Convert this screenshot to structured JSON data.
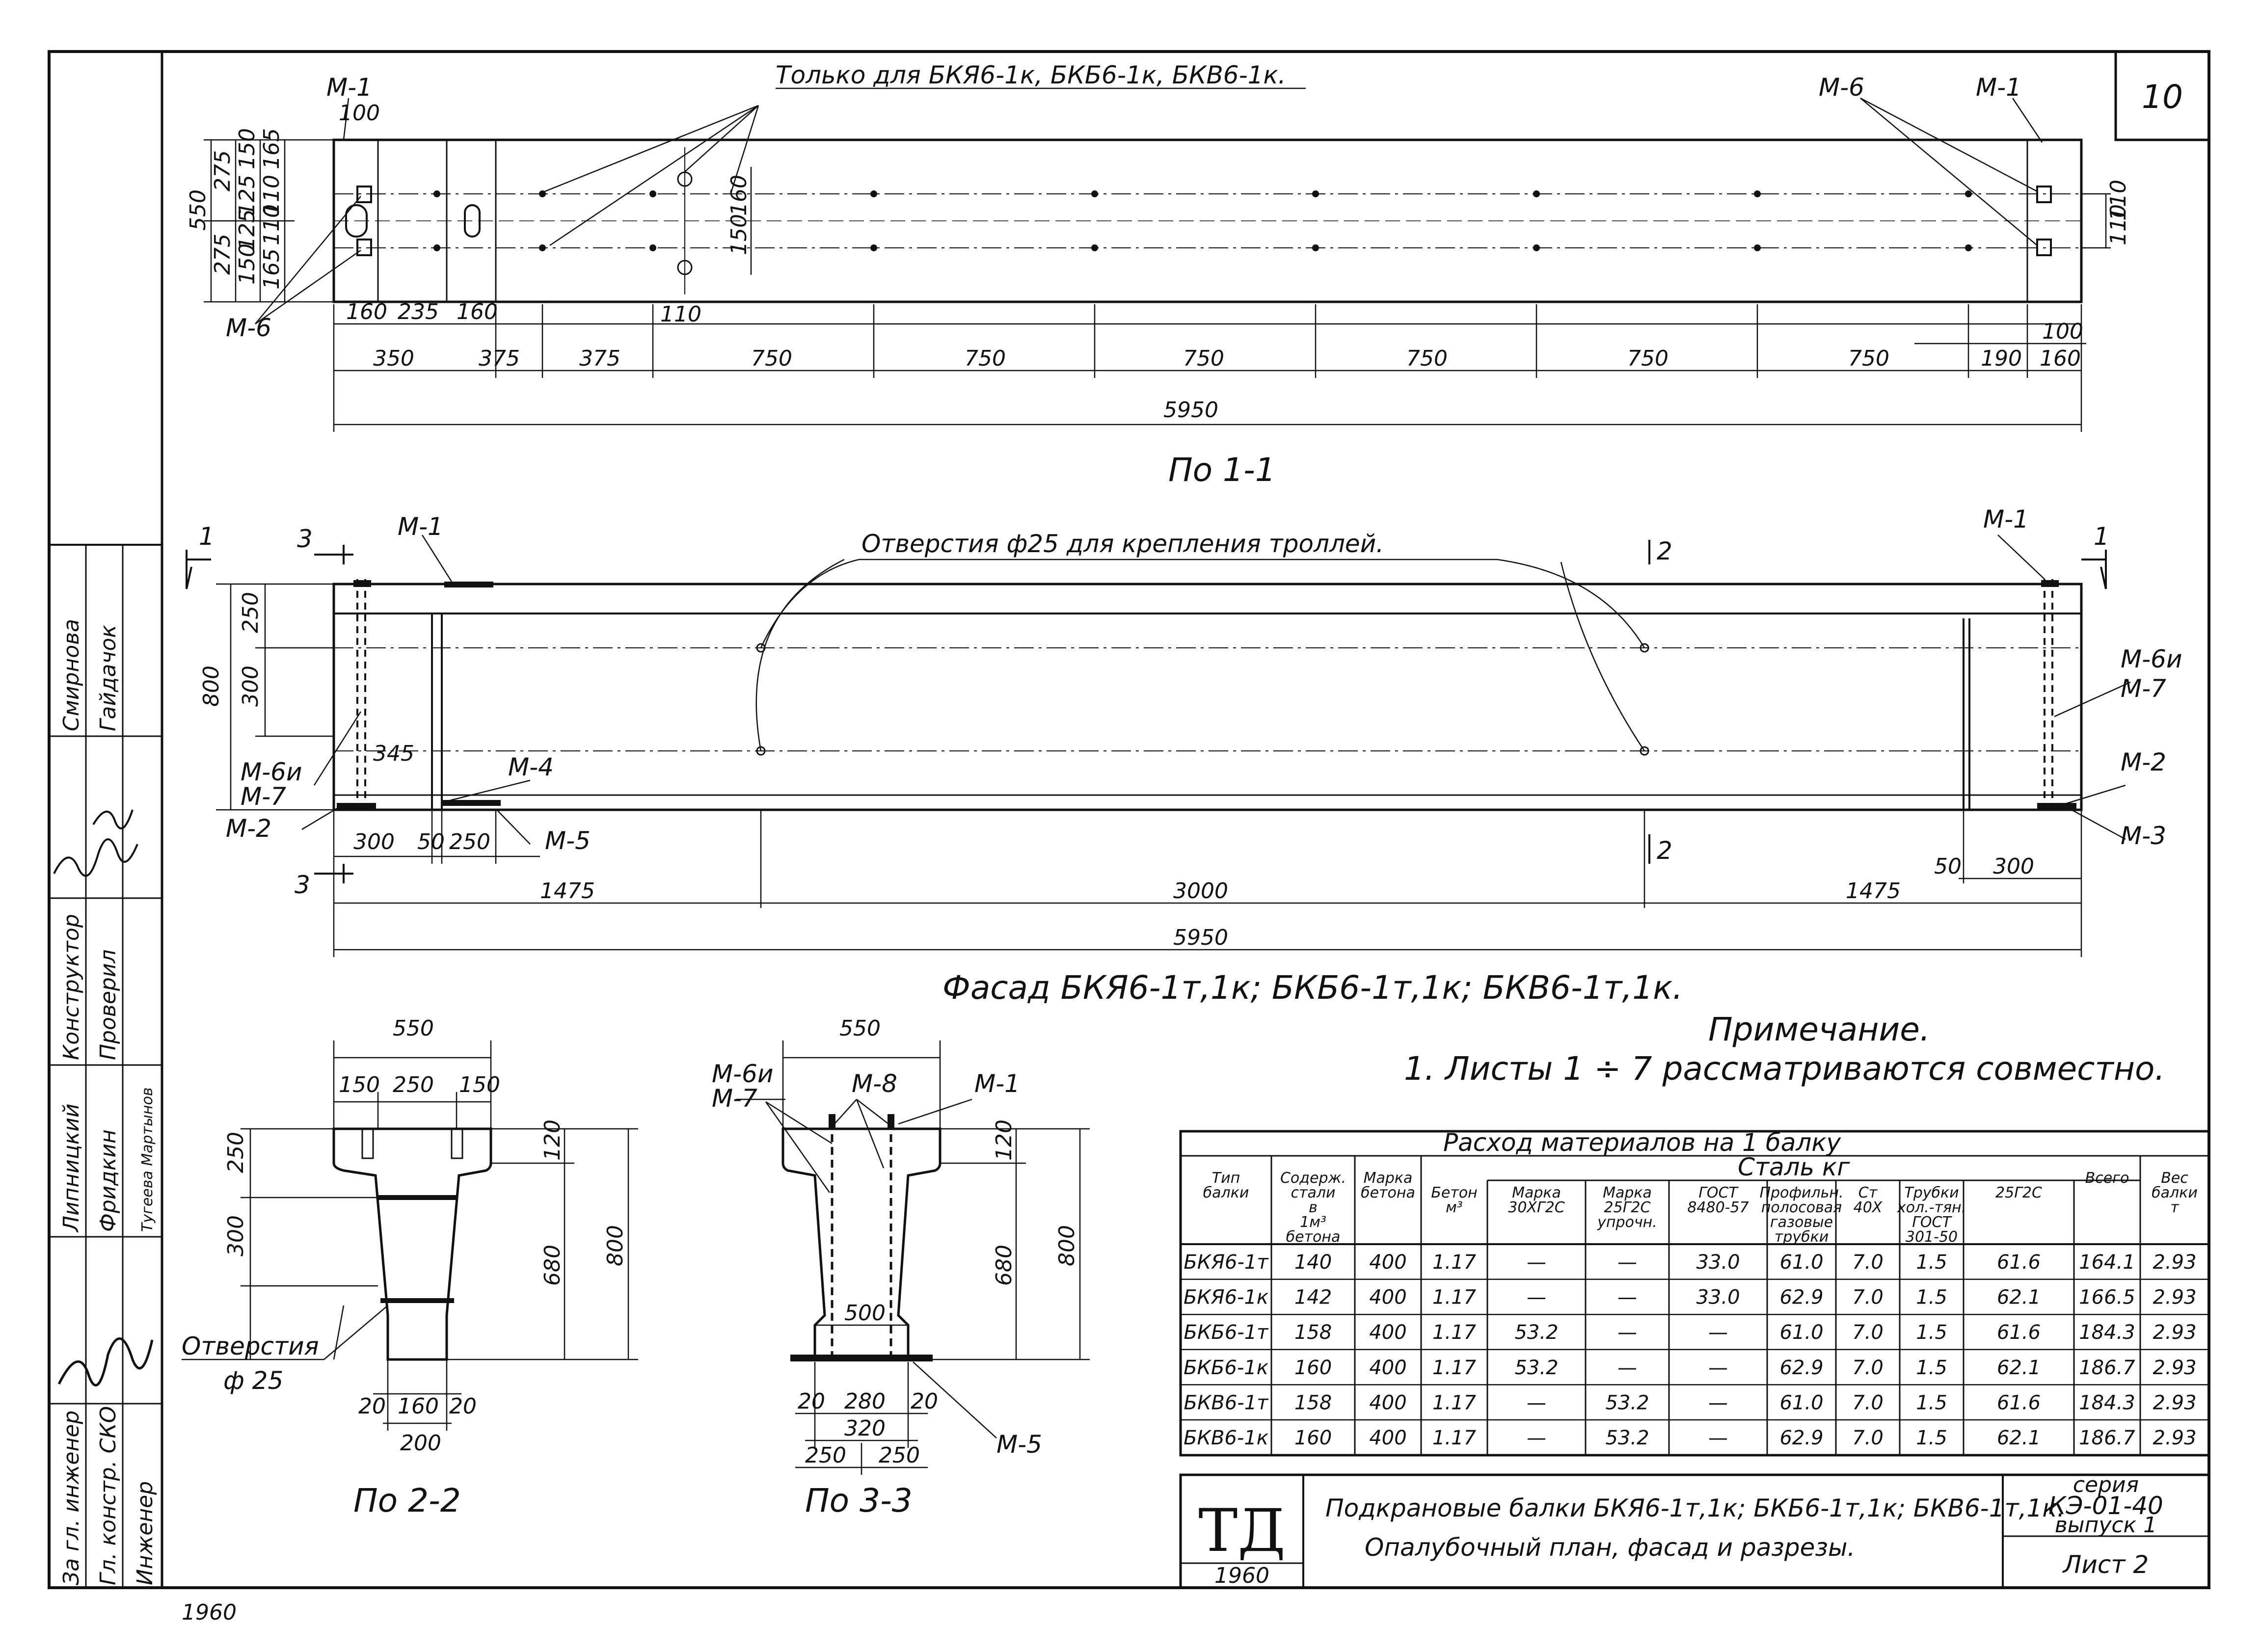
{
  "sheet_number": "10",
  "labels": {
    "only_for": "Только для БКЯ6-1к, БКБ6-1к, БКВ6-1к.",
    "m1": "М-1",
    "m6": "М-6",
    "m6u": "М-6и",
    "m7": "М-7",
    "m2": "М-2",
    "m3": "М-3",
    "m4": "М-4",
    "m5": "М-5",
    "m8": "М-8",
    "holes_trolley": "Отверстия ф25 для крепления троллей.",
    "holes": "Отверстия",
    "phi25": "ф 25",
    "sec_1": "1",
    "sec_2": "2",
    "sec_3": "3"
  },
  "view_titles": {
    "plan": "По 1-1",
    "facade": "Фасад БКЯ6-1т,1к; БКБ6-1т,1к; БКВ6-1т,1к.",
    "sec22": "По 2-2",
    "sec33": "По 3-3"
  },
  "plan_dims": {
    "d100": "100",
    "d160a": "160",
    "d235": "235",
    "d160b": "160",
    "d110": "110",
    "d350": "350",
    "d375a": "375",
    "d375b": "375",
    "d750a": "750",
    "d750b": "750",
    "d750c": "750",
    "d750d": "750",
    "d750e": "750",
    "d750f": "750",
    "d190": "190",
    "d160c": "160",
    "d100b": "100",
    "total": "5950",
    "v550": "550",
    "v275a": "275",
    "v275b": "275",
    "v150a": "150",
    "v165a": "165",
    "v150b": "150",
    "v165b": "165",
    "v125a": "125",
    "v125b": "125",
    "v110a": "110",
    "v110b": "110",
    "v160": "160",
    "v150c": "150",
    "vr110a": "110",
    "vr110b": "110"
  },
  "facade_dims": {
    "h800": "800",
    "h250": "250",
    "h300": "300",
    "d345": "345",
    "d300a": "300",
    "d50a": "50",
    "d250": "250",
    "d1475a": "1475",
    "d3000": "3000",
    "d1475b": "1475",
    "d50b": "50",
    "d300b": "300",
    "total": "5950"
  },
  "sec22_dims": {
    "w550": "550",
    "w150a": "150",
    "w250": "250",
    "w150b": "150",
    "h250": "250",
    "h300": "300",
    "h120": "120",
    "h680": "680",
    "h800": "800",
    "b20a": "20",
    "b160": "160",
    "b20b": "20",
    "b200": "200"
  },
  "sec33_dims": {
    "w550": "550",
    "h120": "120",
    "h680": "680",
    "h800": "800",
    "w500": "500",
    "b20a": "20",
    "b280": "280",
    "b20b": "20",
    "b320": "320",
    "b250a": "250",
    "b250b": "250"
  },
  "note": {
    "title": "Примечание.",
    "text": "1. Листы 1 ÷ 7 рассматриваются совместно."
  },
  "table": {
    "title": "Расход материалов на 1 балку",
    "steel_group": "Сталь кг",
    "headers": [
      "Тип балки",
      "Содерж. стали в 1м³ бетона",
      "Марка бетона",
      "Бетон м³",
      "Марка 30ХГ2С",
      "Марка 25Г2С упрочн.",
      "ГОСТ 8480-57",
      "Профильн. полосовая газовые трубки",
      "Ст 40Х",
      "Трубки хол.-тян. ГОСТ 301-50",
      "25Г2С",
      "Всего",
      "Вес балки т"
    ],
    "rows": [
      [
        "БКЯ6-1т",
        "140",
        "400",
        "1.17",
        "—",
        "—",
        "33.0",
        "61.0",
        "7.0",
        "1.5",
        "61.6",
        "164.1",
        "2.93"
      ],
      [
        "БКЯ6-1к",
        "142",
        "400",
        "1.17",
        "—",
        "—",
        "33.0",
        "62.9",
        "7.0",
        "1.5",
        "62.1",
        "166.5",
        "2.93"
      ],
      [
        "БКБ6-1т",
        "158",
        "400",
        "1.17",
        "53.2",
        "—",
        "—",
        "61.0",
        "7.0",
        "1.5",
        "61.6",
        "184.3",
        "2.93"
      ],
      [
        "БКБ6-1к",
        "160",
        "400",
        "1.17",
        "53.2",
        "—",
        "—",
        "62.9",
        "7.0",
        "1.5",
        "62.1",
        "186.7",
        "2.93"
      ],
      [
        "БКВ6-1т",
        "158",
        "400",
        "1.17",
        "—",
        "53.2",
        "—",
        "61.0",
        "7.0",
        "1.5",
        "61.6",
        "184.3",
        "2.93"
      ],
      [
        "БКВ6-1к",
        "160",
        "400",
        "1.17",
        "—",
        "53.2",
        "—",
        "62.9",
        "7.0",
        "1.5",
        "62.1",
        "186.7",
        "2.93"
      ]
    ]
  },
  "title_block": {
    "logo": "ТД",
    "year": "1960",
    "title_line1": "Подкрановые балки БКЯ6-1т,1к; БКБ6-1т,1к; БКВ6-1т,1к.",
    "title_line2": "Опалубочный план, фасад и разрезы.",
    "series_label": "серия",
    "series": "КЭ-01-40",
    "issue": "выпуск 1",
    "sheet": "Лист 2"
  },
  "side_stamp": {
    "roles": [
      "За гл. инженер",
      "Гл. констр. СКО",
      "Инженер"
    ],
    "names_col": [
      "Липницкий",
      "Фридкин",
      "Тугеева Мартынов"
    ],
    "roles2": [
      "Конструктор",
      "Проверил"
    ],
    "names2": [
      "Смирнова",
      "Гайдачок"
    ]
  },
  "bottom_note": "1960"
}
